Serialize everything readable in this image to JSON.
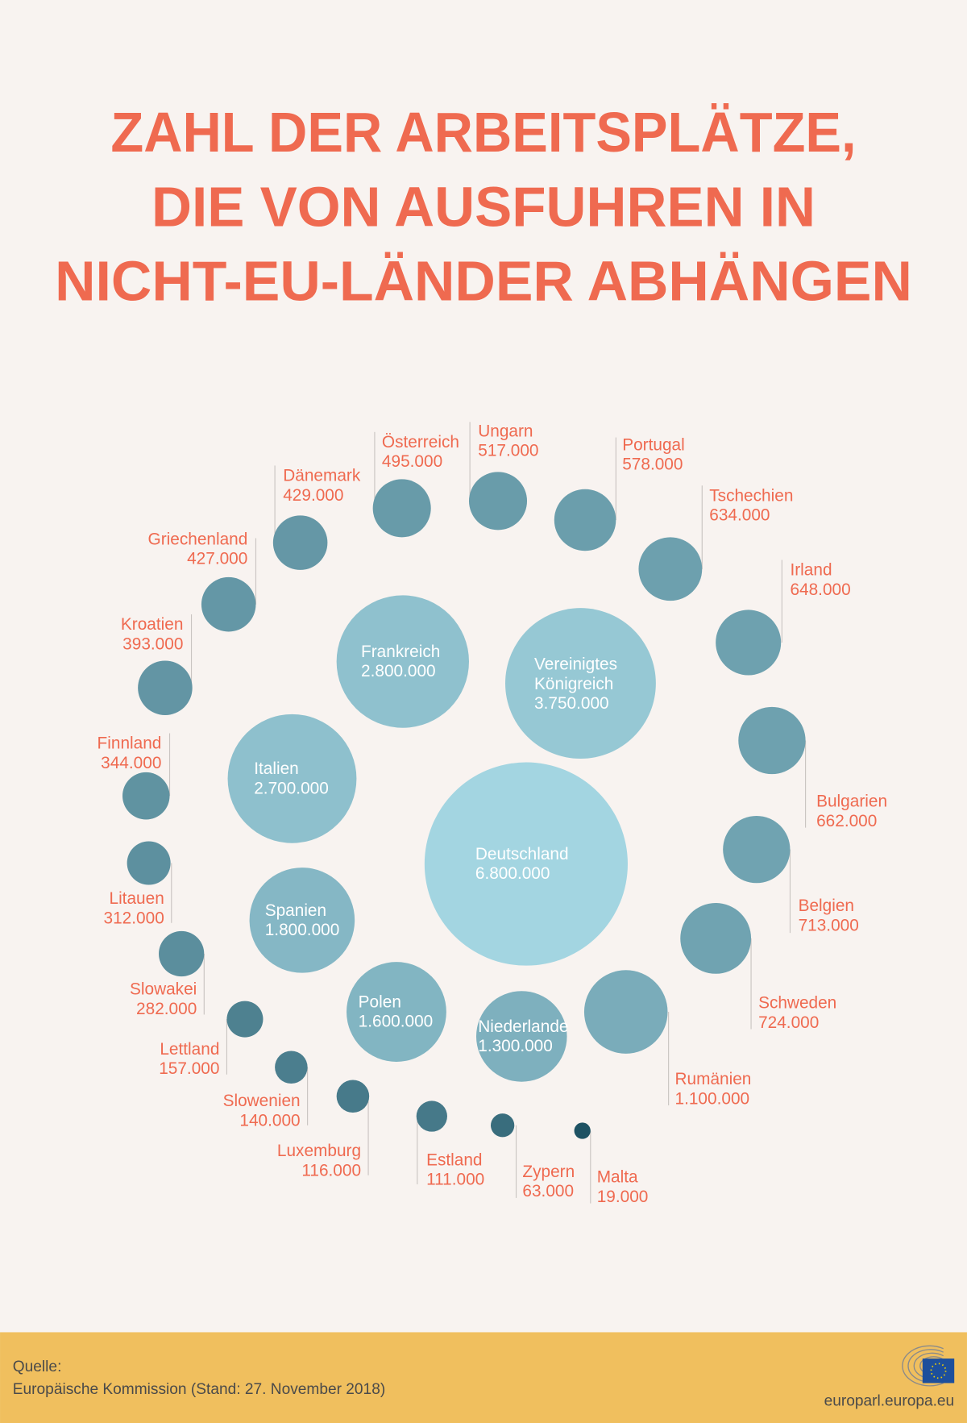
{
  "title": [
    "ZAHL DER ARBEITSPLÄTZE,",
    "DIE VON AUSFUHREN IN",
    "NICHT-EU-LÄNDER ABHÄNGEN"
  ],
  "chart_data": {
    "type": "bubble",
    "title": "Zahl der Arbeitsplätze, die von Ausfuhren in Nicht-EU-Länder abhängen",
    "unit": "Arbeitsplätze",
    "categories": [
      "Deutschland",
      "Vereinigtes Königreich",
      "Frankreich",
      "Italien",
      "Spanien",
      "Polen",
      "Niederlande",
      "Rumänien",
      "Schweden",
      "Belgien",
      "Bulgarien",
      "Irland",
      "Tschechien",
      "Portugal",
      "Ungarn",
      "Österreich",
      "Dänemark",
      "Griechenland",
      "Kroatien",
      "Finnland",
      "Litauen",
      "Slowakei",
      "Lettland",
      "Slowenien",
      "Luxemburg",
      "Estland",
      "Zypern",
      "Malta"
    ],
    "values": [
      6800000,
      3750000,
      2800000,
      2700000,
      1800000,
      1600000,
      1300000,
      1100000,
      724000,
      713000,
      662000,
      648000,
      634000,
      578000,
      517000,
      495000,
      429000,
      427000,
      393000,
      344000,
      312000,
      282000,
      157000,
      140000,
      116000,
      111000,
      63000,
      19000
    ],
    "labels": [
      "6.800.000",
      "3.750.000",
      "2.800.000",
      "2.700.000",
      "1.800.000",
      "1.600.000",
      "1.300.000",
      "1.100.000",
      "724.000",
      "713.000",
      "662.000",
      "648.000",
      "634.000",
      "578.000",
      "517.000",
      "495.000",
      "429.000",
      "427.000",
      "393.000",
      "344.000",
      "312.000",
      "282.000",
      "157.000",
      "140.000",
      "116.000",
      "111.000",
      "63.000",
      "19.000"
    ],
    "name_lines": {
      "Vereinigtes Königreich": [
        "Vereinigtes",
        "Königreich"
      ]
    }
  },
  "colors": {
    "title": "#ef6a50",
    "bubble_light": "#a3d5e1",
    "bubble_dark": "#1e5263",
    "footer_bg": "#f0bf5e",
    "background": "#f8f3f0"
  },
  "footer": {
    "source_label": "Quelle:",
    "source_text": "Europäische Kommission (Stand: 27. November 2018)",
    "website": "europarl.europa.eu"
  }
}
